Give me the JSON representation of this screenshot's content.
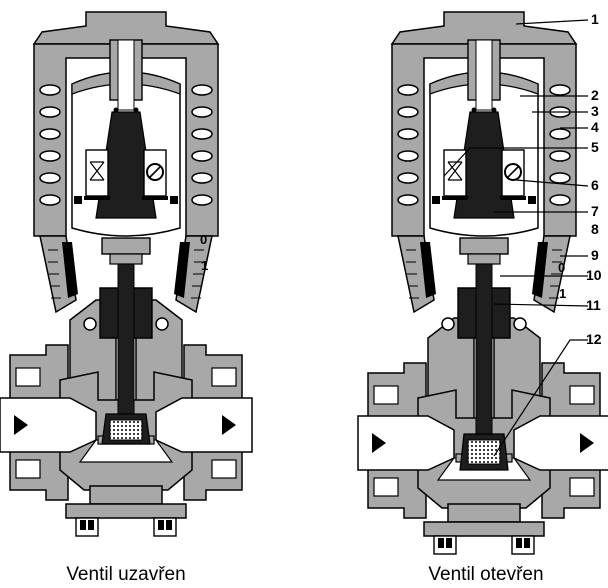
{
  "captions": {
    "closed": "Ventil uzavřen",
    "open": "Ventil otevřen"
  },
  "scale": {
    "zero": "0",
    "one": "1"
  },
  "callouts": [
    "1",
    "2",
    "3",
    "4",
    "5",
    "6",
    "7",
    "8",
    "9",
    "10",
    "11",
    "12"
  ],
  "colors": {
    "body": "#a8a8a8",
    "dark": "#1e1e1e",
    "cutaway": "#ffffff",
    "outline": "#000000"
  }
}
